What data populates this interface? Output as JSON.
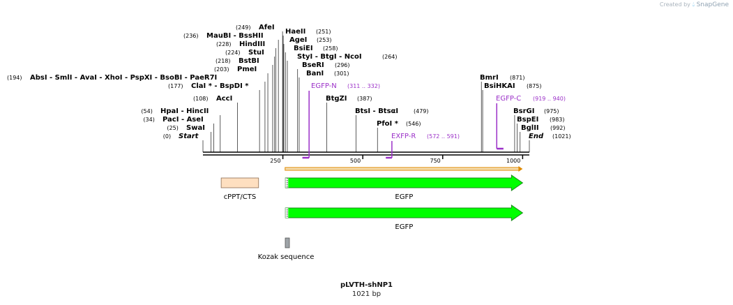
{
  "credit": {
    "prefix": "Created by",
    "brand": "SnapGene"
  },
  "map": {
    "name": "pLVTH-shNP1",
    "length_label": "1021 bp",
    "total_bp": 1021,
    "start_label": "Start",
    "end_label": "End",
    "ruler_ticks": [
      "250",
      "500",
      "750",
      "1000"
    ]
  },
  "sites": [
    {
      "pos": 0,
      "names": [
        "Start"
      ]
    },
    {
      "pos": 25,
      "names": [
        "SwaI"
      ]
    },
    {
      "pos": 34,
      "names": [
        "PacI",
        "AseI"
      ]
    },
    {
      "pos": 54,
      "names": [
        "HpaI",
        "HincII"
      ]
    },
    {
      "pos": 108,
      "names": [
        "AccI"
      ]
    },
    {
      "pos": 177,
      "names": [
        "ClaI *",
        "BspDI *"
      ]
    },
    {
      "pos": 194,
      "names": [
        "AbsI",
        "SmlI",
        "AvaI",
        "XhoI",
        "PspXI",
        "BsoBI",
        "PaeR7I"
      ]
    },
    {
      "pos": 203,
      "names": [
        "PmeI"
      ]
    },
    {
      "pos": 218,
      "names": [
        "BstBI"
      ]
    },
    {
      "pos": 224,
      "names": [
        "StuI"
      ]
    },
    {
      "pos": 228,
      "names": [
        "HindIII"
      ]
    },
    {
      "pos": 236,
      "names": [
        "MauBI",
        "BssHII"
      ]
    },
    {
      "pos": 249,
      "names": [
        "AfeI"
      ]
    },
    {
      "pos": 251,
      "names": [
        "HaeII"
      ]
    },
    {
      "pos": 253,
      "names": [
        "AgeI"
      ]
    },
    {
      "pos": 258,
      "names": [
        "BsiEI"
      ]
    },
    {
      "pos": 264,
      "names": [
        "StyI",
        "BtgI",
        "NcoI"
      ]
    },
    {
      "pos": 296,
      "names": [
        "BseRI"
      ]
    },
    {
      "pos": 301,
      "names": [
        "BanI"
      ]
    },
    {
      "pos": 387,
      "names": [
        "BtgZI"
      ]
    },
    {
      "pos": 479,
      "names": [
        "BtsI",
        "BtsαI"
      ]
    },
    {
      "pos": 546,
      "names": [
        "PfoI *"
      ]
    },
    {
      "pos": 871,
      "names": [
        "BmrI"
      ]
    },
    {
      "pos": 875,
      "names": [
        "BsiHKAI"
      ]
    },
    {
      "pos": 975,
      "names": [
        "BsrGI"
      ]
    },
    {
      "pos": 983,
      "names": [
        "BspEI"
      ]
    },
    {
      "pos": 992,
      "names": [
        "BglII"
      ]
    },
    {
      "pos": 1021,
      "names": [
        "End"
      ]
    }
  ],
  "primers": [
    {
      "name": "EGFP-N",
      "range": "(311 .. 332)",
      "start": 311,
      "end": 332,
      "strand": "reverse"
    },
    {
      "name": "EXFP-R",
      "range": "(572 .. 591)",
      "start": 572,
      "end": 591,
      "strand": "reverse"
    },
    {
      "name": "EGFP-C",
      "range": "(919 .. 940)",
      "start": 919,
      "end": 940,
      "strand": "forward"
    }
  ],
  "features": [
    {
      "name": "ORF",
      "start": 257,
      "end": 1000,
      "type": "orf",
      "show_label": false
    },
    {
      "name": "cPPT/CTS",
      "start": 57,
      "end": 174,
      "type": "misc"
    },
    {
      "name": "EGFP",
      "start": 258,
      "end": 1000,
      "type": "cds"
    },
    {
      "name": "EGFP",
      "start": 258,
      "end": 1000,
      "type": "cds"
    },
    {
      "name": "Kozak sequence",
      "start": 250,
      "end": 262,
      "type": "regulatory"
    }
  ],
  "colors": {
    "primer": "#9b30c8",
    "cds_fill": "#00ff00",
    "cds_stroke": "#1a8a1a",
    "misc_fill": "#fedfc0",
    "misc_stroke": "#8a6a50",
    "orf_fill": "#f5deb3",
    "orf_stroke": "#e08a00",
    "regulatory_fill": "#9ea4a8",
    "line": "#000000"
  }
}
